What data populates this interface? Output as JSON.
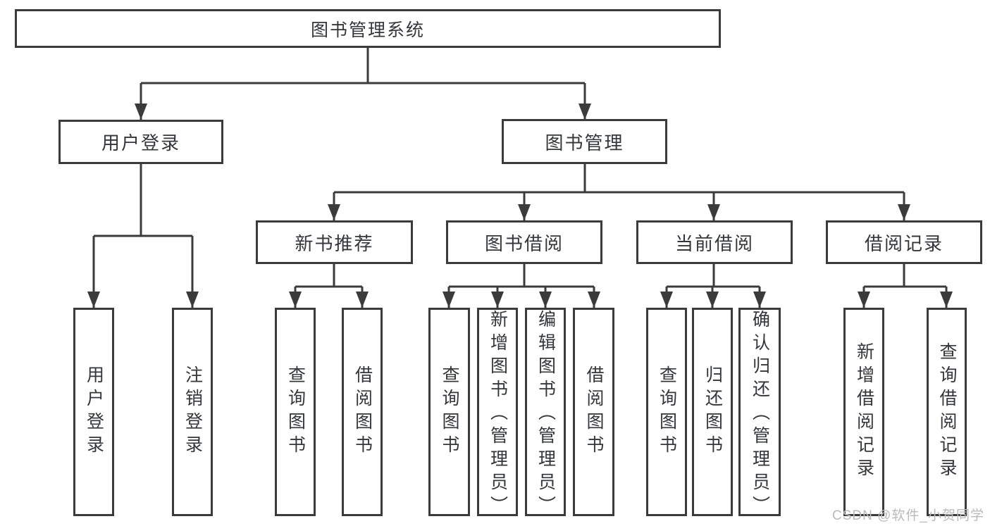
{
  "tree": {
    "root": {
      "label": "图书管理系统"
    },
    "branches": [
      {
        "label": "用户登录",
        "children": [
          {
            "label": "用户登录"
          },
          {
            "label": "注销登录"
          }
        ]
      },
      {
        "label": "图书管理",
        "children": [
          {
            "label": "新书推荐",
            "children": [
              {
                "label": "查询图书"
              },
              {
                "label": "借阅图书"
              }
            ]
          },
          {
            "label": "图书借阅",
            "children": [
              {
                "label": "查询图书"
              },
              {
                "label": "新增图书（管理员）"
              },
              {
                "label": "编辑图书（管理员）"
              },
              {
                "label": "借阅图书"
              }
            ]
          },
          {
            "label": "当前借阅",
            "children": [
              {
                "label": "查询图书"
              },
              {
                "label": "归还图书"
              },
              {
                "label": "确认归还（管理员）"
              }
            ]
          },
          {
            "label": "借阅记录",
            "children": [
              {
                "label": "新增借阅记录"
              },
              {
                "label": "查询借阅记录"
              }
            ]
          }
        ]
      }
    ]
  },
  "watermark": {
    "text": "CSDN @软件_小贺同学"
  },
  "colors": {
    "line": "#3b3b3b",
    "text": "#33363a",
    "background": "#ffffff",
    "watermark": "#bababa"
  }
}
